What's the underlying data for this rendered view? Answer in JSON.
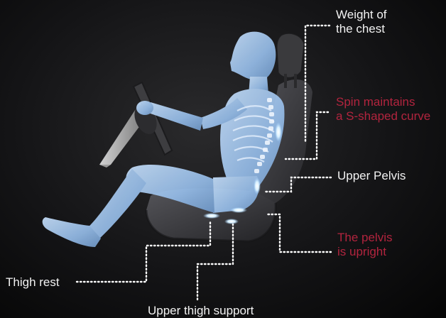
{
  "colors": {
    "background": "#0b0b0c",
    "body_fill": "#9ec4ee",
    "seat": "#3b3b3e",
    "leader_line": "#ffffff",
    "label_text": "#f2f2f2",
    "label_highlight": "#b2243e",
    "support_glow": "#e8f6ff"
  },
  "labels": {
    "chest": {
      "line1": "Weight of",
      "line2": "the chest"
    },
    "spine": {
      "line1": "Spin maintains",
      "line2": "a S-shaped curve"
    },
    "upper_pelvis": {
      "line1": "Upper Pelvis"
    },
    "pelvis": {
      "line1": "The pelvis",
      "line2": "is upright"
    },
    "thigh_rest": {
      "line1": "Thigh rest"
    },
    "upper_thigh": {
      "line1": "Upper thigh support"
    }
  }
}
